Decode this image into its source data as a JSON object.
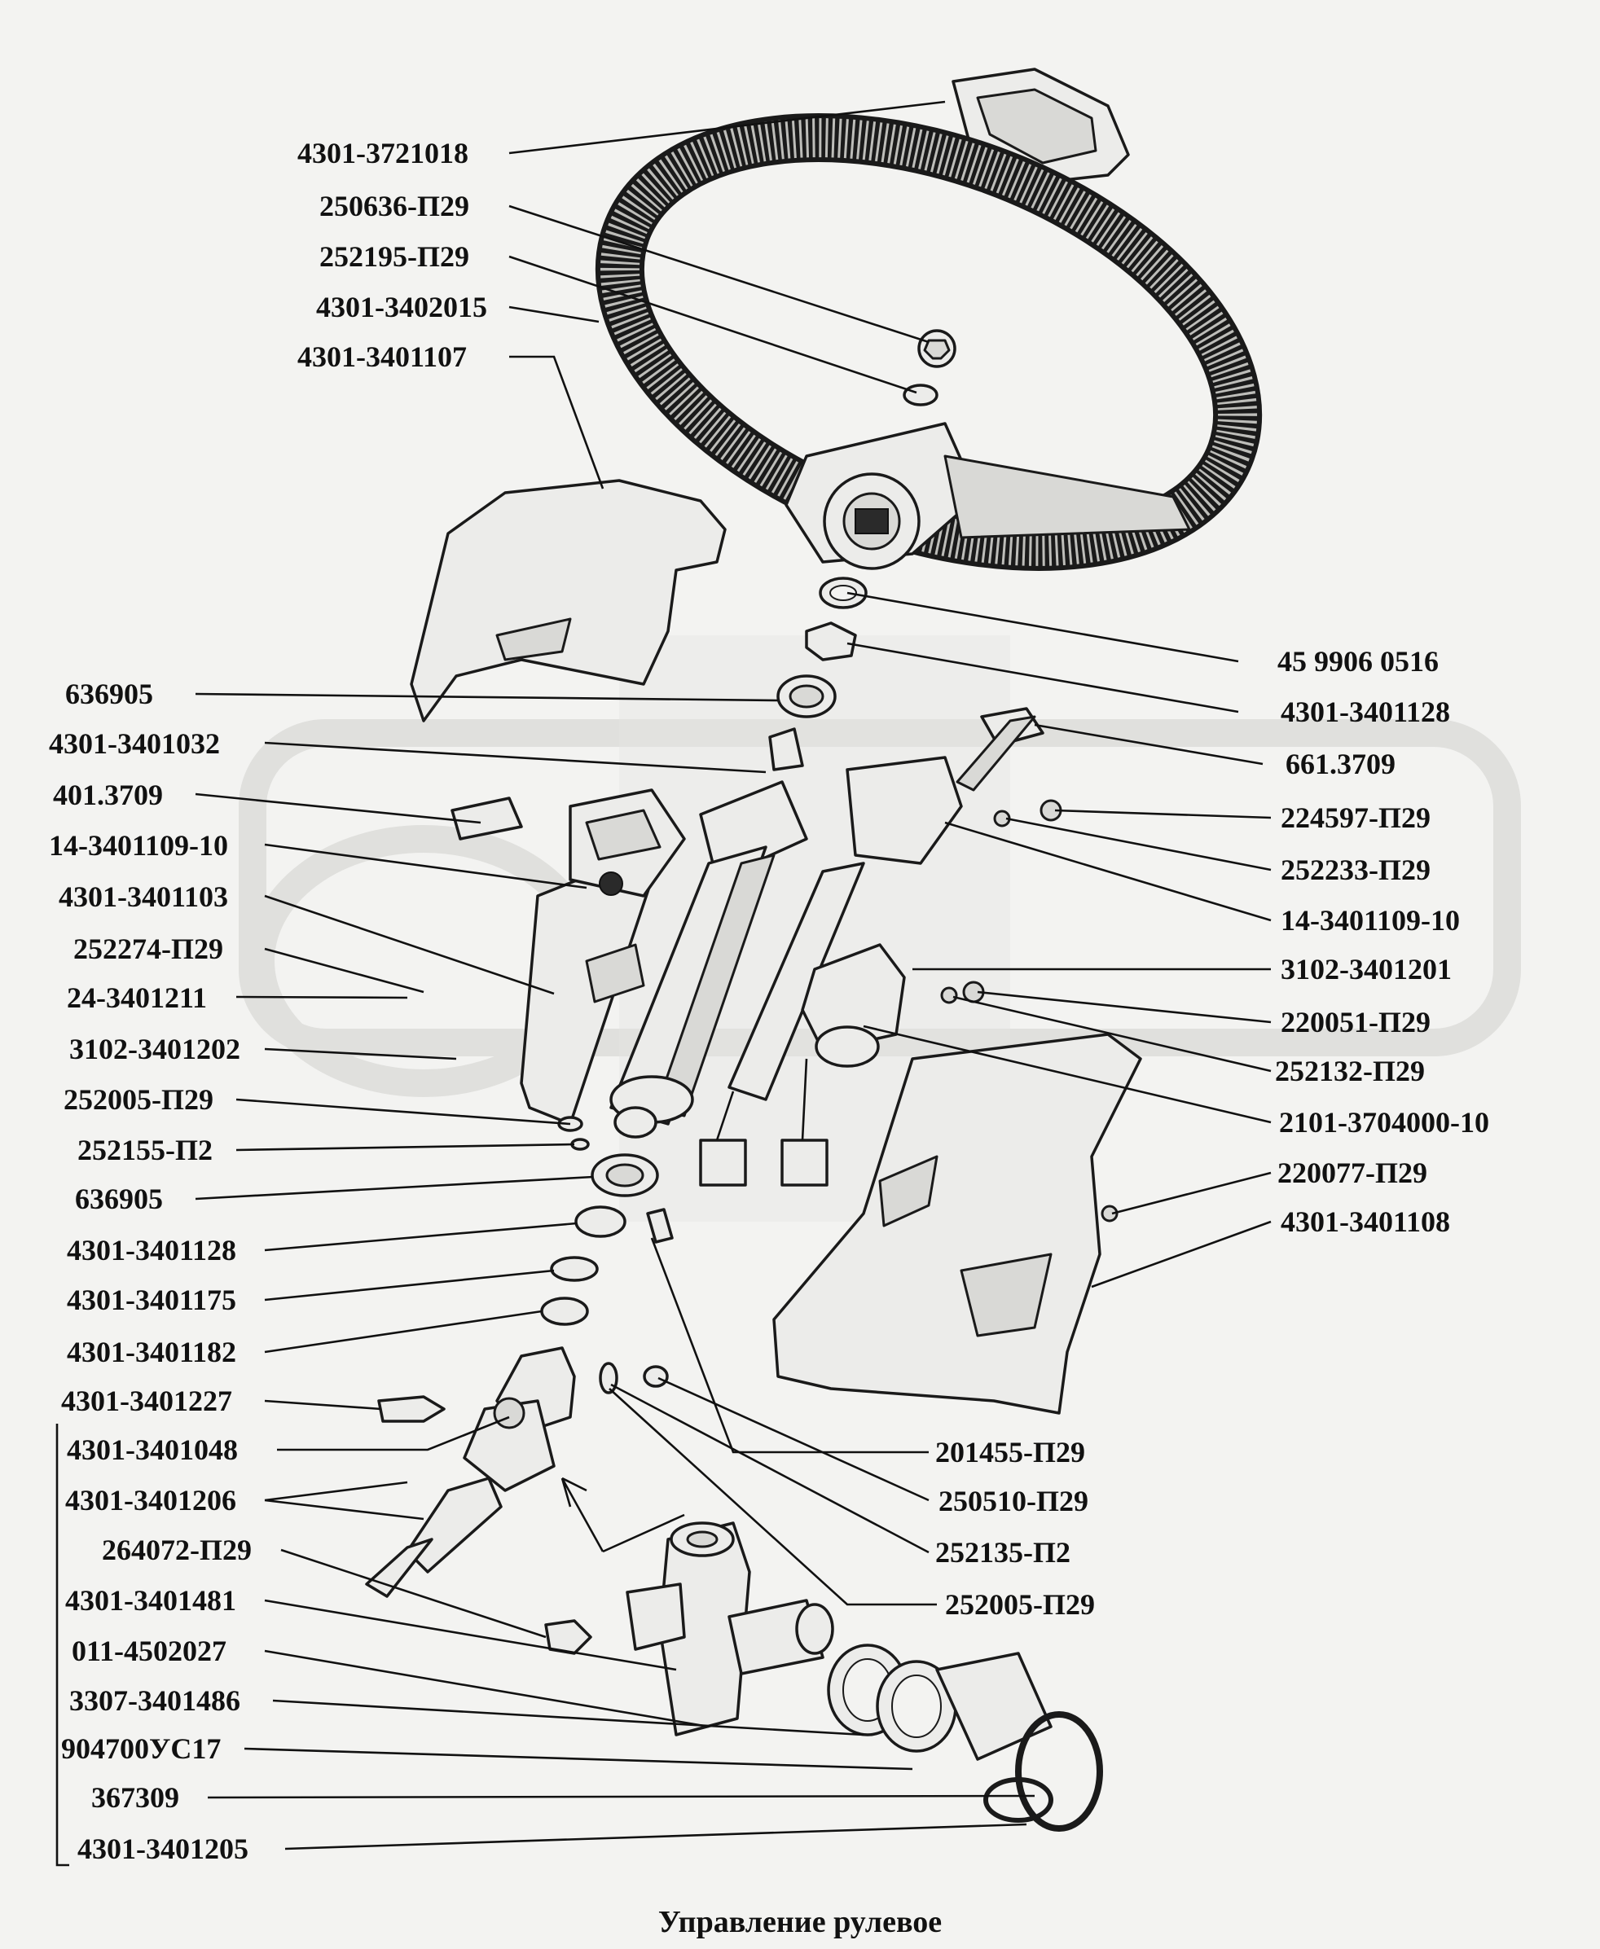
{
  "title": "Управление рулевое",
  "labels_left": [
    "4301-3721018",
    "250636-П29",
    "252195-П29",
    "4301-3402015",
    "4301-3401107",
    "636905",
    "4301-3401032",
    "401.3709",
    "14-3401109-10",
    "4301-3401103",
    "252274-П29",
    "24-3401211",
    "3102-3401202",
    "252005-П29",
    "252155-П2",
    "636905",
    "4301-3401128",
    "4301-3401175",
    "4301-3401182",
    "4301-3401227",
    "4301-3401048",
    "4301-3401206",
    "264072-П29",
    "4301-3401481",
    "011-4502027",
    "3307-3401486",
    "904700УС17",
    "367309",
    "4301-3401205"
  ],
  "labels_right": [
    "45 9906 0516",
    "4301-3401128",
    "661.3709",
    "224597-П29",
    "252233-П29",
    "14-3401109-10",
    "3102-3401201",
    "220051-П29",
    "252132-П29",
    "2101-3704000-10",
    "220077-П29",
    "4301-3401108"
  ],
  "labels_bottom_right": [
    "201455-П29",
    "250510-П29",
    "252135-П2",
    "252005-П29"
  ]
}
